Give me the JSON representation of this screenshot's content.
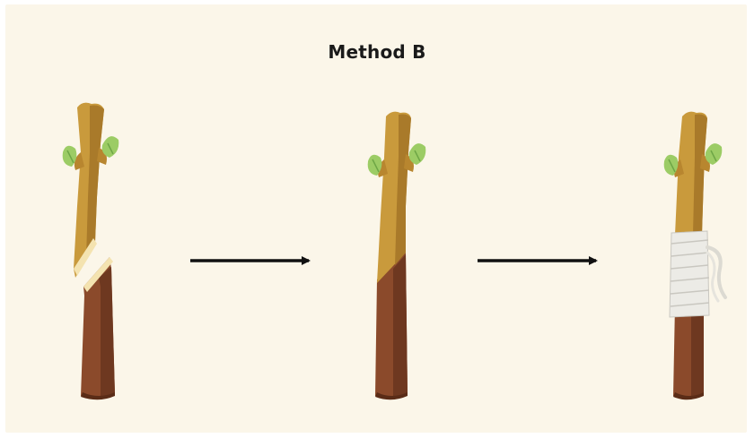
{
  "diagram": {
    "title": "Method B",
    "steps": [
      {
        "id": "cut-scion-and-rootstock"
      },
      {
        "id": "joined-graft"
      },
      {
        "id": "wrapped-graft"
      }
    ],
    "arrows": 2,
    "colors": {
      "background": "#fbf6e9",
      "scion": "#c99a3c",
      "scion_shade": "#a97a2a",
      "rootstock": "#8b4a2b",
      "rootstock_shade": "#6e3820",
      "cut_face": "#f4e3b0",
      "bud_leaf": "#9ccc65",
      "bud_leaf_dark": "#6ea646",
      "wrap": "#e9e9e6",
      "arrow": "#111111"
    }
  }
}
